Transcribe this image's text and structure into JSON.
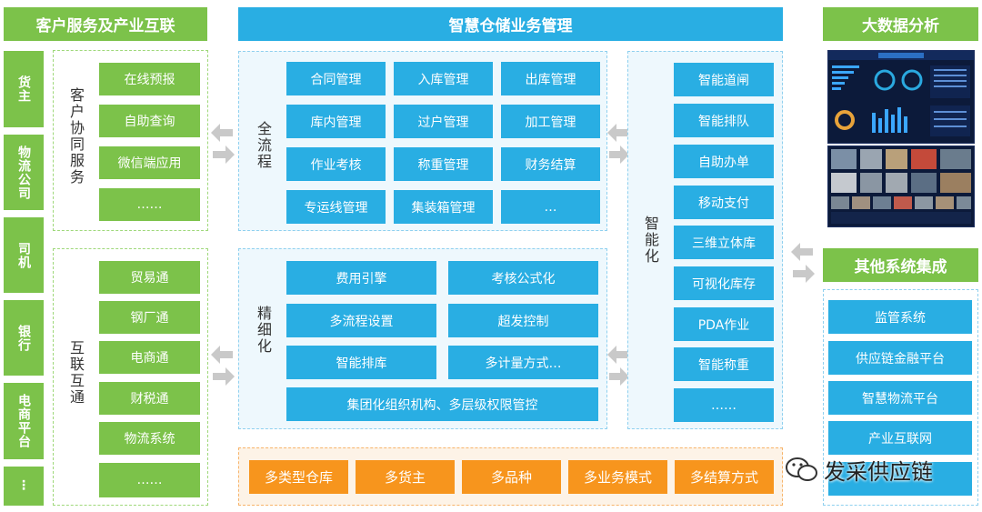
{
  "left": {
    "title": "客户服务及产业互联",
    "side_tabs": [
      "货主",
      "物流公司",
      "司机",
      "银行",
      "电商平台",
      "⋮"
    ],
    "customer_service": {
      "label": "客户协同服务",
      "items": [
        "在线预报",
        "自助查询",
        "微信端应用",
        "……"
      ]
    },
    "interconnect": {
      "label": "互联互通",
      "items": [
        "贸易通",
        "钢厂通",
        "电商通",
        "财税通",
        "物流系统",
        "……"
      ]
    }
  },
  "center": {
    "title": "智慧仓储业务管理",
    "full_process": {
      "label": "全流程",
      "items": [
        "合同管理",
        "入库管理",
        "出库管理",
        "库内管理",
        "过户管理",
        "加工管理",
        "作业考核",
        "称重管理",
        "财务结算",
        "专运线管理",
        "集装箱管理",
        "…"
      ]
    },
    "refined": {
      "label": "精细化",
      "items": [
        "费用引擎",
        "考核公式化",
        "多流程设置",
        "超发控制",
        "智能排库",
        "多计量方式…",
        "集团化组织机构、多层级权限管控"
      ]
    },
    "intelligent": {
      "label": "智能化",
      "items": [
        "智能道闸",
        "智能排队",
        "自助办单",
        "移动支付",
        "三维立体库",
        "可视化库存",
        "PDA作业",
        "智能称重",
        "……"
      ]
    },
    "bottom_features": [
      "多类型仓库",
      "多货主",
      "多品种",
      "多业务模式",
      "多结算方式"
    ]
  },
  "right": {
    "bigdata_title": "大数据分析",
    "integration_title": "其他系统集成",
    "integration_items": [
      "监管系统",
      "供应链金融平台",
      "智慧物流平台",
      "产业互联网",
      ""
    ]
  },
  "watermark": "发采供应链",
  "colors": {
    "green": "#7cc24a",
    "blue": "#29aee3",
    "orange": "#f7951d"
  }
}
